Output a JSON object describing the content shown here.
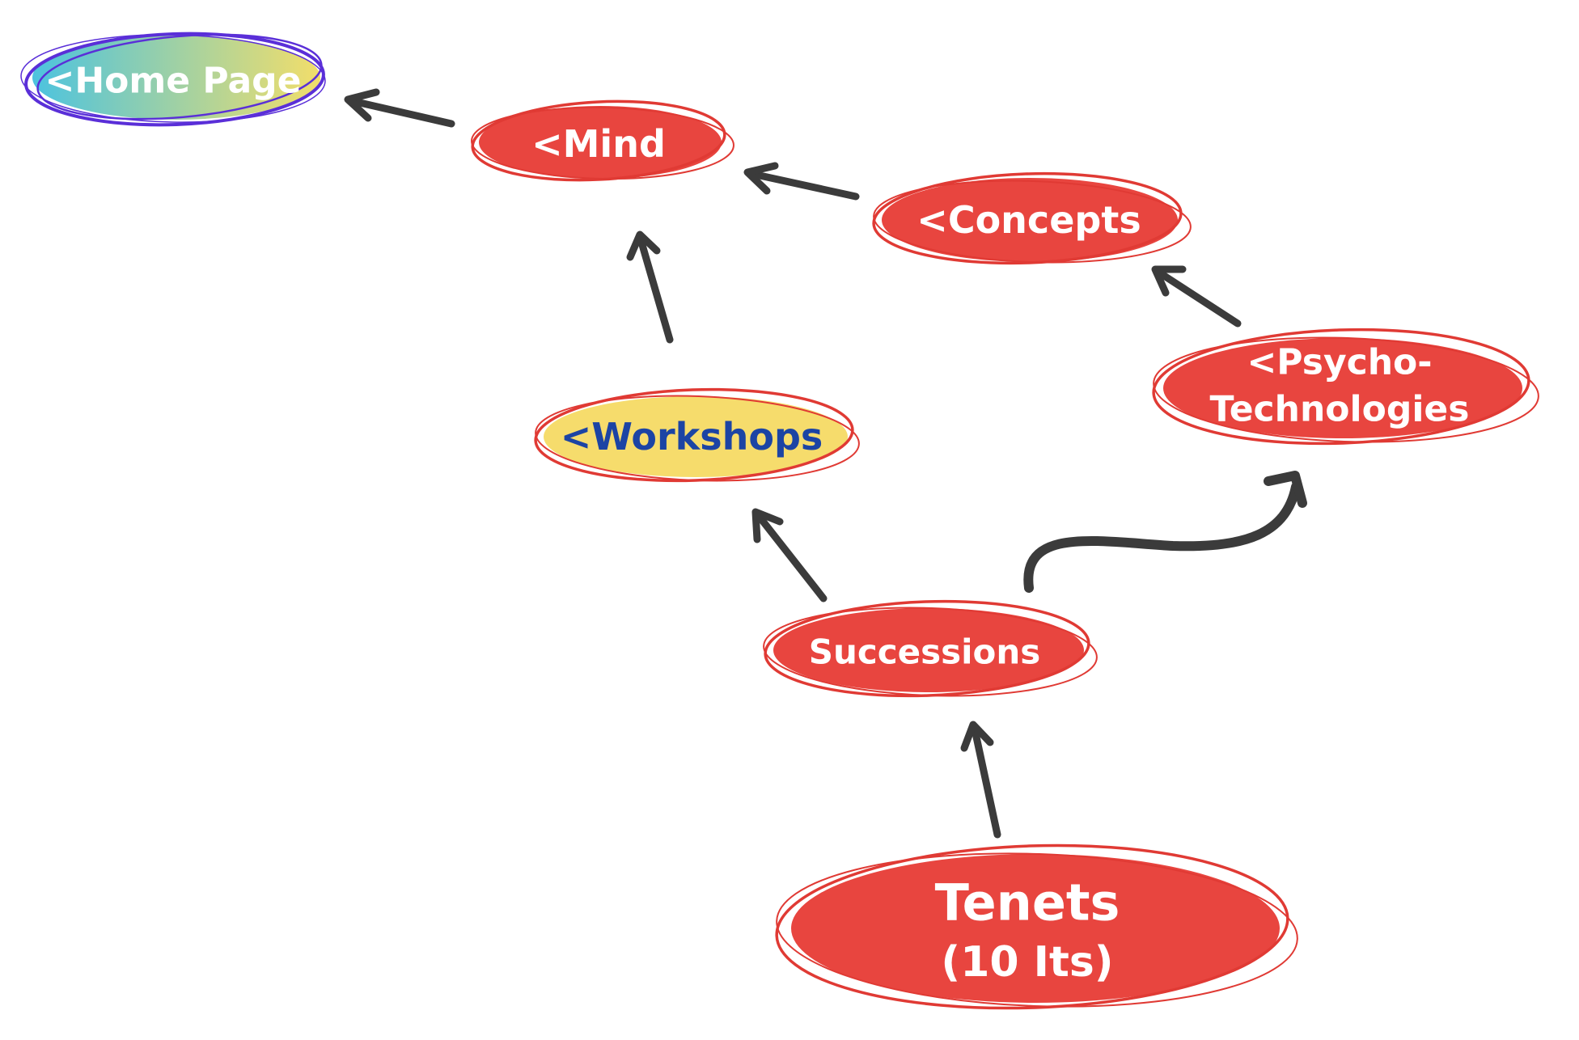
{
  "colors": {
    "node_fill": "#e8453f",
    "node_outline": "#e03a34",
    "node_text": "#ffffff",
    "highlight_fill": "#f6dc6c",
    "highlight_text": "#1c44a4",
    "home_outline": "#5a2fd8",
    "home_grad_start": "#4cc3df",
    "home_grad_end": "#f2de6a",
    "arrow": "#3b3b3b"
  },
  "nodes": {
    "home_page": {
      "label": "<Home Page"
    },
    "mind": {
      "label": "<Mind"
    },
    "concepts": {
      "label": "<Concepts"
    },
    "workshops": {
      "label": "<Workshops"
    },
    "psycho": {
      "line1": "<Psycho-",
      "line2": "Technologies"
    },
    "successions": {
      "label": "Successions"
    },
    "tenets": {
      "line1": "Tenets",
      "line2": "(10 Its)"
    }
  },
  "edges": [
    {
      "from": "Mind",
      "to": "Home Page"
    },
    {
      "from": "Concepts",
      "to": "Mind"
    },
    {
      "from": "Workshops",
      "to": "Mind"
    },
    {
      "from": "Psycho-Technologies",
      "to": "Concepts"
    },
    {
      "from": "Successions",
      "to": "Workshops"
    },
    {
      "from": "Successions",
      "to": "Psycho-Technologies"
    },
    {
      "from": "Tenets",
      "to": "Successions"
    }
  ]
}
